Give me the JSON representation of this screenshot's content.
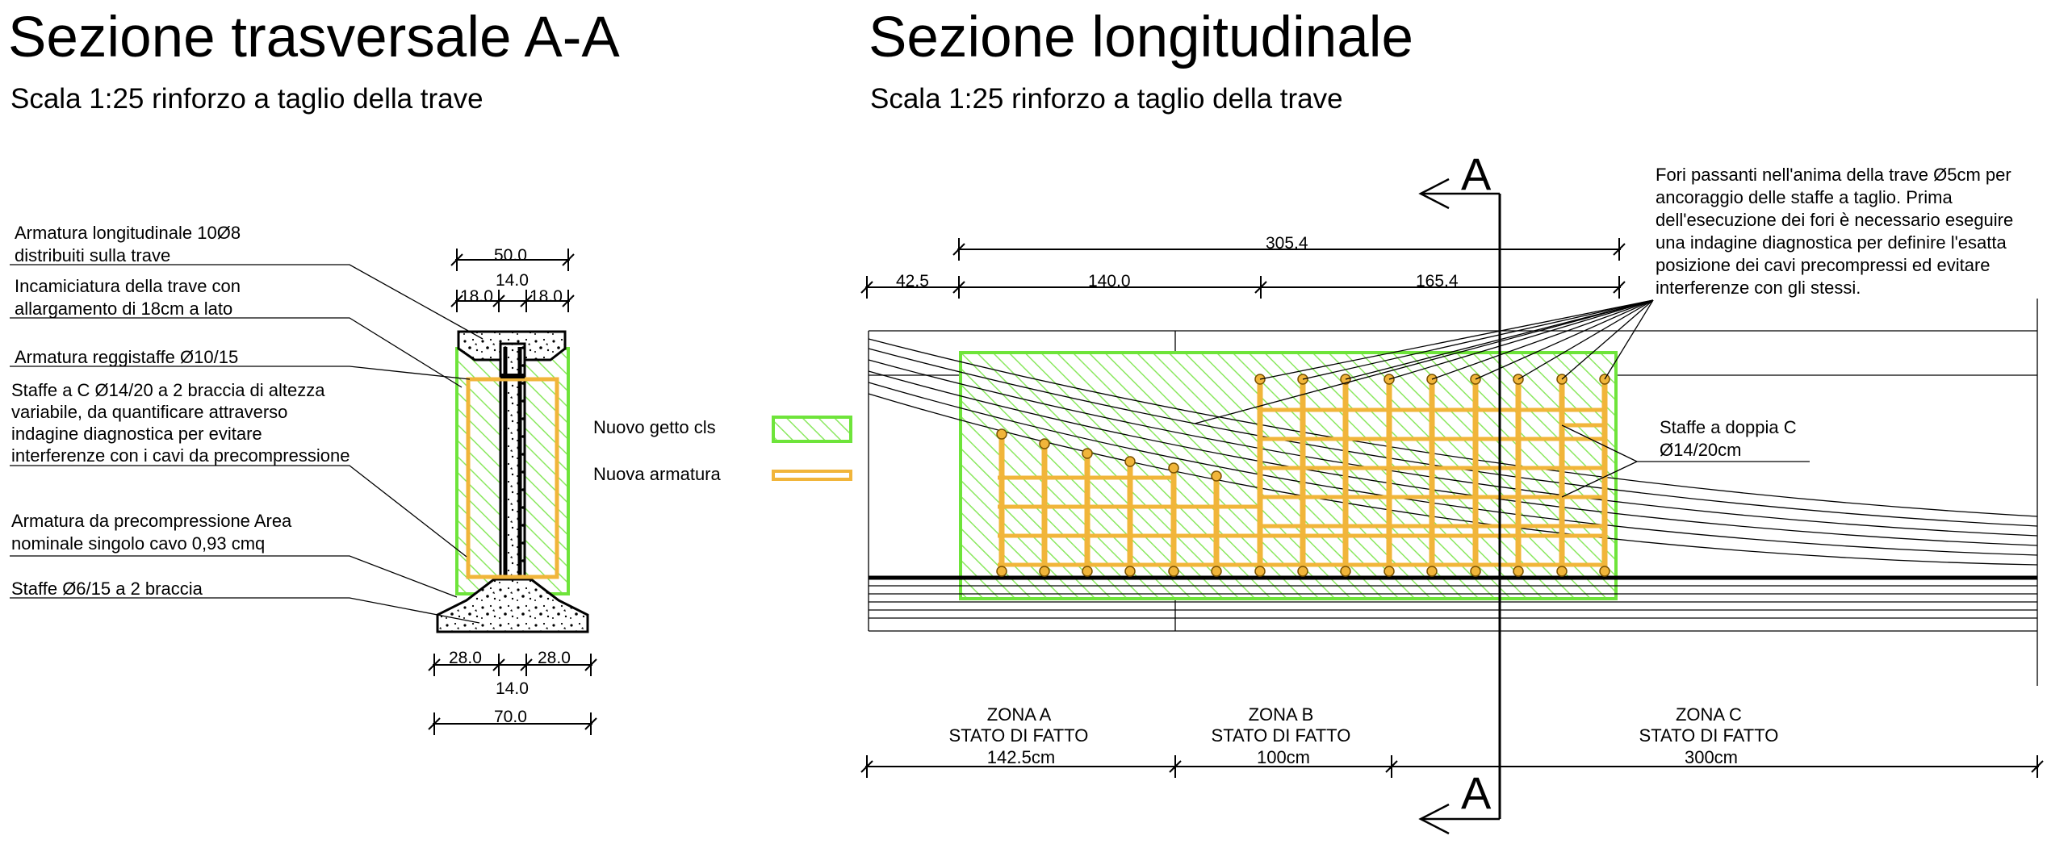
{
  "titles": {
    "transverse": "Sezione trasversale A-A",
    "transverse_scale": "Scala 1:25 rinforzo a taglio della trave",
    "longitudinal": "Sezione longitudinale",
    "longitudinal_scale": "Scala 1:25 rinforzo a taglio della trave"
  },
  "transverse_notes": [
    [
      "Armatura longitudinale 10Ø8",
      "distribuiti sulla trave"
    ],
    [
      "Incamiciatura della trave con",
      "allargamento di 18cm a lato"
    ],
    [
      "Armatura reggistaffe Ø10/15"
    ],
    [
      "Staffe a C Ø14/20 a 2 braccia di altezza",
      "variabile, da quantificare attraverso",
      "indagine diagnostica per evitare",
      "interferenze con i cavi da precompressione"
    ],
    [
      "Armatura da precompressione Area",
      "nominale singolo cavo 0,93 cmq"
    ],
    [
      "Staffe Ø6/15 a 2 braccia"
    ]
  ],
  "transverse_dims": {
    "top_total": "50.0",
    "top_web": "14.0",
    "top_left": "18.0",
    "top_right": "18.0",
    "bottom_left": "28.0",
    "bottom_right": "28.0",
    "bottom_web": "14.0",
    "bottom_total": "70.0"
  },
  "legend": {
    "concrete": "Nuovo getto cls",
    "rebar": "Nuova armatura"
  },
  "colors": {
    "new_concrete": "#6ee43a",
    "new_rebar": "#f1b53a"
  },
  "longitudinal_dims": {
    "total": "305.4",
    "offset": "42.5",
    "part1": "140.0",
    "part2": "165.4"
  },
  "section_mark": "A",
  "note_holes": [
    "Fori passanti nell'anima della trave Ø5cm per",
    "ancoraggio delle staffe a taglio. Prima",
    "dell'esecuzione dei fori è necessario eseguire",
    "una indagine diagnostica per definire l'esatta",
    "posizione dei cavi precompressi ed evitare",
    "interferenze con gli stessi."
  ],
  "note_stirrups": [
    "Staffe a doppia C",
    "Ø14/20cm"
  ],
  "zones": [
    {
      "name": "ZONA A",
      "state": "STATO DI FATTO",
      "length": "142.5cm"
    },
    {
      "name": "ZONA B",
      "state": "STATO DI FATTO",
      "length": "100cm"
    },
    {
      "name": "ZONA C",
      "state": "STATO DI FATTO",
      "length": "300cm"
    }
  ]
}
